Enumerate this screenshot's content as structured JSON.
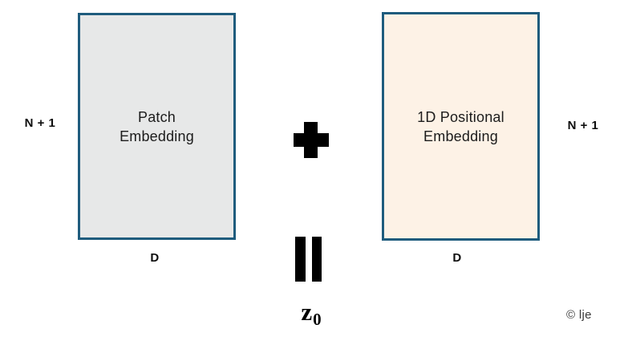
{
  "colors": {
    "box_border": "#1f5c7d",
    "patch_box_fill": "#e7e8e8",
    "positional_box_fill": "#fdf2e6",
    "operator": "#000000"
  },
  "boxes": {
    "patch": {
      "line1": "Patch",
      "line2": "Embedding",
      "rows_label": "N + 1",
      "cols_label": "D"
    },
    "positional": {
      "line1": "1D Positional",
      "line2": "Embedding",
      "rows_label": "N + 1",
      "cols_label": "D"
    }
  },
  "icons": {
    "plus": "plus-icon",
    "equals": "equals-icon"
  },
  "result": {
    "symbol": "z",
    "subscript": "0"
  },
  "credit": "© lje"
}
